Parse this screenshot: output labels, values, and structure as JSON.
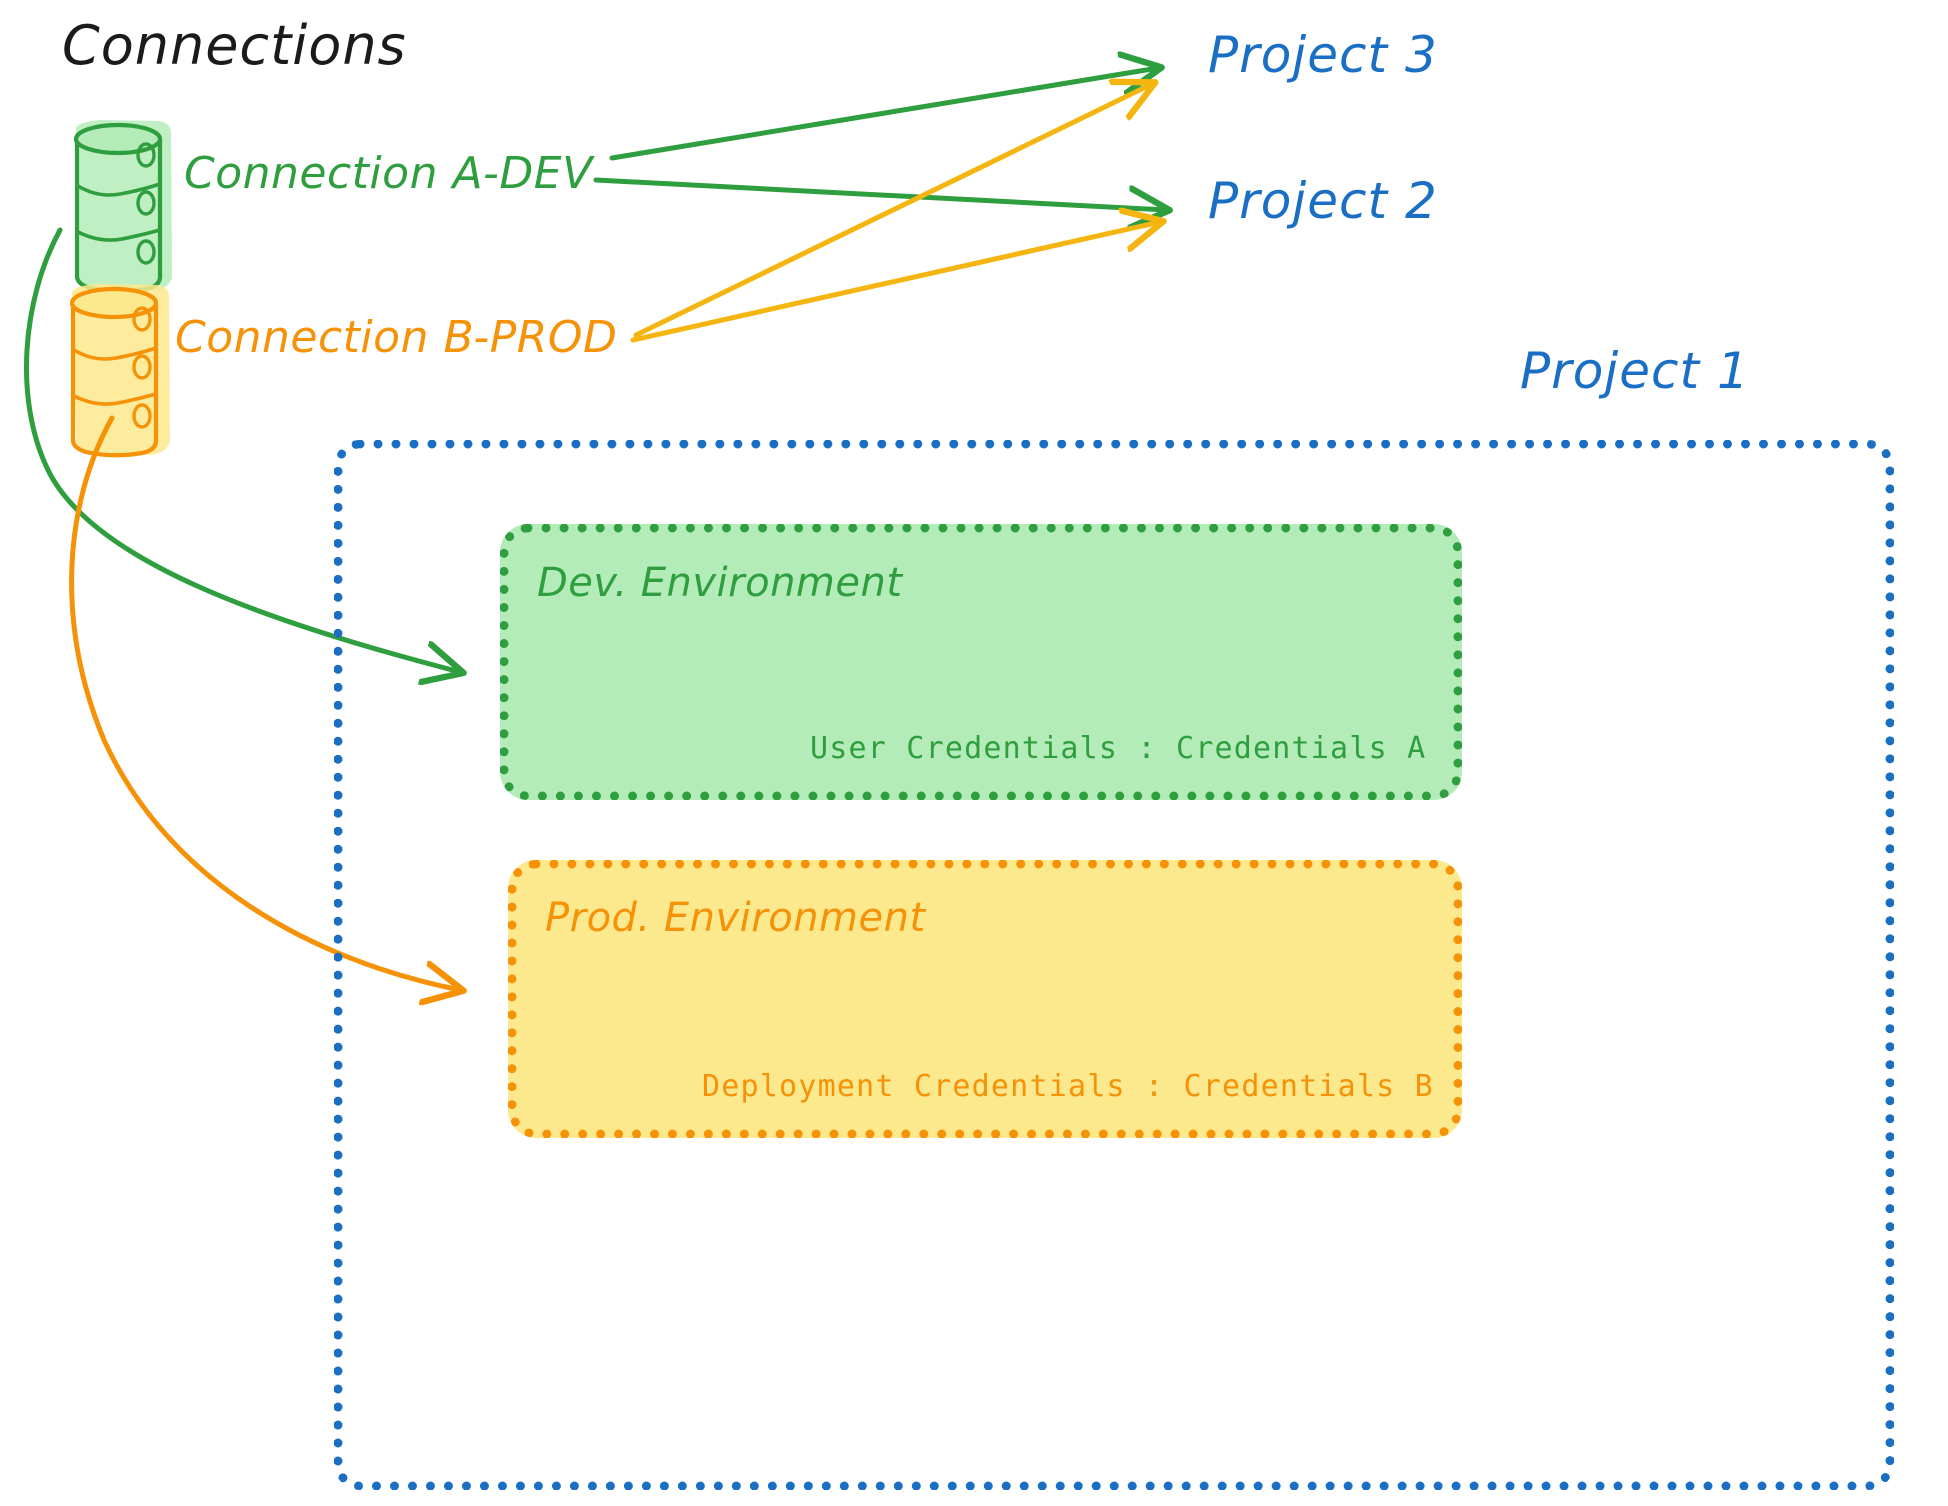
{
  "title": "Connections",
  "connections": [
    {
      "label": "Connection A-DEV",
      "color": "#2e9e3e",
      "icon": "database-cylinder-icon"
    },
    {
      "label": "Connection B-PROD",
      "color": "#f59208",
      "icon": "database-cylinder-icon"
    }
  ],
  "projects": [
    {
      "label": "Project 3",
      "color": "#1a6fc4"
    },
    {
      "label": "Project 2",
      "color": "#1a6fc4"
    },
    {
      "label": "Project 1",
      "color": "#1a6fc4"
    }
  ],
  "environments": [
    {
      "title": "Dev. Environment",
      "credentials_line": "User Credentials : Credentials A",
      "accent": "#2e9e3e",
      "fill": "#b4ecb9"
    },
    {
      "title": "Prod. Environment",
      "credentials_line": "Deployment Credentials : Credentials B",
      "accent": "#f59208",
      "fill": "#fde98d"
    }
  ],
  "colors": {
    "green": "#2e9e3e",
    "green_fill": "#b4ecb9",
    "orange": "#f59208",
    "orange_fill": "#fde98d",
    "blue": "#1a6fc4",
    "black": "#1b1b1b",
    "background": "#ffffff"
  },
  "edges": [
    {
      "from": "Connection A-DEV",
      "to": "Project 3",
      "color": "#2e9e3e"
    },
    {
      "from": "Connection A-DEV",
      "to": "Project 2",
      "color": "#2e9e3e"
    },
    {
      "from": "Connection A-DEV",
      "to": "Dev. Environment",
      "color": "#2e9e3e"
    },
    {
      "from": "Connection B-PROD",
      "to": "Project 3",
      "color": "#f5b511"
    },
    {
      "from": "Connection B-PROD",
      "to": "Project 2",
      "color": "#f5b511"
    },
    {
      "from": "Connection B-PROD",
      "to": "Prod. Environment",
      "color": "#f59208"
    }
  ]
}
